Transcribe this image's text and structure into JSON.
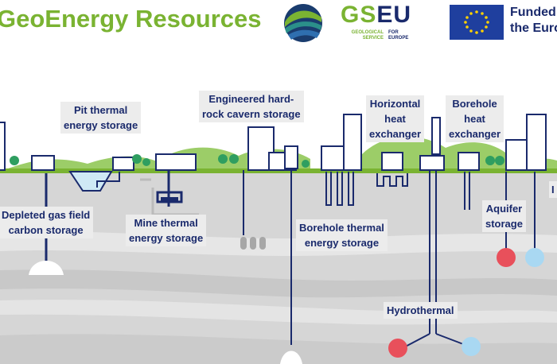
{
  "header": {
    "title": "GeoEnergy Resources",
    "gseu": {
      "gs": "GS",
      "eu": "EU",
      "sub_left_1": "GEOLOGICAL",
      "sub_left_2": "SERVICE",
      "sub_right_1": "FOR",
      "sub_right_2": "EUROPE"
    },
    "funded_line1": "Funded",
    "funded_line2": "the Euro"
  },
  "labels": {
    "pit_thermal": [
      "Pit thermal",
      "energy storage"
    ],
    "engineered": [
      "Engineered hard-",
      "rock cavern storage"
    ],
    "horizontal": [
      "Horizontal",
      "heat",
      "exchanger"
    ],
    "borehole_hx": [
      "Borehole",
      "heat",
      "exchanger"
    ],
    "depleted": [
      "Depleted gas field",
      "carbon storage"
    ],
    "mine": [
      "Mine thermal",
      "energy storage"
    ],
    "borehole_thermal": [
      "Borehole thermal",
      "energy storage"
    ],
    "aquifer": [
      "Aquifer",
      "storage"
    ],
    "hydrothermal": [
      "Hydrothermal"
    ],
    "cutoff": [
      "I"
    ]
  },
  "colors": {
    "green": "#7ab332",
    "navy": "#1a2a6c",
    "label_bg": "#ececec",
    "ground": "#d9d9d9",
    "hot": "#e8505b",
    "cold": "#a9d8f2"
  }
}
